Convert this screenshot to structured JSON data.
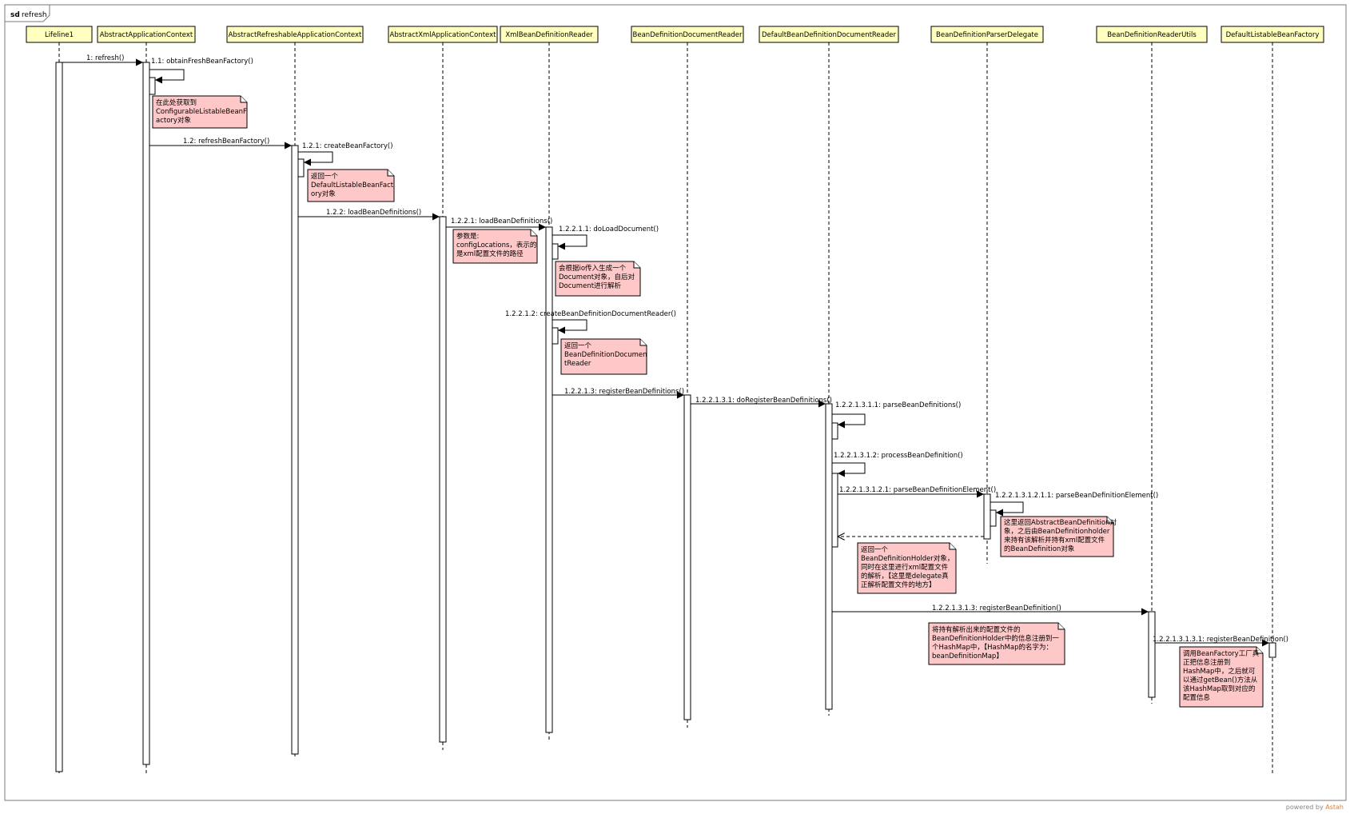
{
  "frame": {
    "keyword": "sd",
    "name": "refresh"
  },
  "lifelines": [
    {
      "id": "l1",
      "name": "Lifeline1"
    },
    {
      "id": "aac",
      "name": "AbstractApplicationContext"
    },
    {
      "id": "arac",
      "name": "AbstractRefreshableApplicationContext"
    },
    {
      "id": "axac",
      "name": "AbstractXmlApplicationContext"
    },
    {
      "id": "xbdr",
      "name": "XmlBeanDefinitionReader"
    },
    {
      "id": "bddr",
      "name": "BeanDefinitionDocumentReader"
    },
    {
      "id": "dbddr",
      "name": "DefaultBeanDefinitionDocumentReader"
    },
    {
      "id": "bdpd",
      "name": "BeanDefinitionParserDelegate"
    },
    {
      "id": "bdru",
      "name": "BeanDefinitionReaderUtils"
    },
    {
      "id": "dlbf",
      "name": "DefaultListableBeanFactory"
    }
  ],
  "messages": [
    {
      "id": "m1",
      "label": "1: refresh()",
      "kind": "call"
    },
    {
      "id": "m11",
      "label": "1.1: obtainFreshBeanFactory()",
      "kind": "self"
    },
    {
      "id": "m12",
      "label": "1.2: refreshBeanFactory()",
      "kind": "call"
    },
    {
      "id": "m121",
      "label": "1.2.1: createBeanFactory()",
      "kind": "self"
    },
    {
      "id": "m122",
      "label": "1.2.2: loadBeanDefinitions()",
      "kind": "call"
    },
    {
      "id": "m1221",
      "label": "1.2.2.1: loadBeanDefinitions()",
      "kind": "call"
    },
    {
      "id": "m12211",
      "label": "1.2.2.1.1: doLoadDocument()",
      "kind": "self"
    },
    {
      "id": "m12212",
      "label": "1.2.2.1.2: createBeanDefinitionDocumentReader()",
      "kind": "self"
    },
    {
      "id": "m12213",
      "label": "1.2.2.1.3: registerBeanDefinitions()",
      "kind": "call"
    },
    {
      "id": "m122131",
      "label": "1.2.2.1.3.1: doRegisterBeanDefinitions()",
      "kind": "call"
    },
    {
      "id": "m1221311",
      "label": "1.2.2.1.3.1.1: parseBeanDefinitions()",
      "kind": "self"
    },
    {
      "id": "m1221312",
      "label": "1.2.2.1.3.1.2: processBeanDefinition()",
      "kind": "self"
    },
    {
      "id": "m12213121",
      "label": "1.2.2.1.3.1.2.1: parseBeanDefinitionElement()",
      "kind": "call"
    },
    {
      "id": "m122131211",
      "label": "1.2.2.1.3.1.2.1.1: parseBeanDefinitionElement()",
      "kind": "self"
    },
    {
      "id": "mret",
      "label": "",
      "kind": "return"
    },
    {
      "id": "m122131213",
      "label": "1.2.2.1.3.1.3: registerBeanDefinition()",
      "kind": "call"
    },
    {
      "id": "m1221312131",
      "label": "1.2.2.1.3.1.3.1: registerBeanDefinition()",
      "kind": "call"
    }
  ],
  "notes": [
    {
      "id": "n1",
      "lines": [
        "在此处获取到",
        "ConfigurableListableBeanF",
        "actory对象"
      ]
    },
    {
      "id": "n2",
      "lines": [
        "返回一个",
        "DefaultListableBeanFact",
        "ory对象"
      ]
    },
    {
      "id": "n3",
      "lines": [
        "参数是:",
        "configLocations，表示的",
        "是xml配置文件的路径"
      ]
    },
    {
      "id": "n4",
      "lines": [
        "会根据io传入生成一个",
        "Document对象，自后对",
        "Document进行解析"
      ]
    },
    {
      "id": "n5",
      "lines": [
        "返回一个",
        "BeanDefinitionDocumen",
        "tReader"
      ]
    },
    {
      "id": "n6",
      "lines": [
        "这里返回AbstractBeanDefinition对",
        "象，之后由BeanDefinitionholder",
        "来持有该解析并持有xml配置文件",
        "的BeanDefinition对象"
      ]
    },
    {
      "id": "n7",
      "lines": [
        "返回一个",
        "BeanDefinitionHolder对象，",
        "同时在这里进行xml配置文件",
        "的解析，【这里是delegate真",
        "正解析配置文件的地方】"
      ]
    },
    {
      "id": "n8",
      "lines": [
        "将持有解析出来的配置文件的",
        "BeanDefinitionHolder中的信息注册到一",
        "个HashMap中，【HashMap的名字为：",
        "beanDefinitionMap】"
      ]
    },
    {
      "id": "n9",
      "lines": [
        "调用BeanFactory工厂真",
        "正把信息注册到",
        "HashMap中，之后就可",
        "以通过getBean()方法从",
        "该HashMap取到对应的",
        "配置信息"
      ]
    }
  ],
  "footer": {
    "prefix": "powered by ",
    "brand": "Astah"
  }
}
